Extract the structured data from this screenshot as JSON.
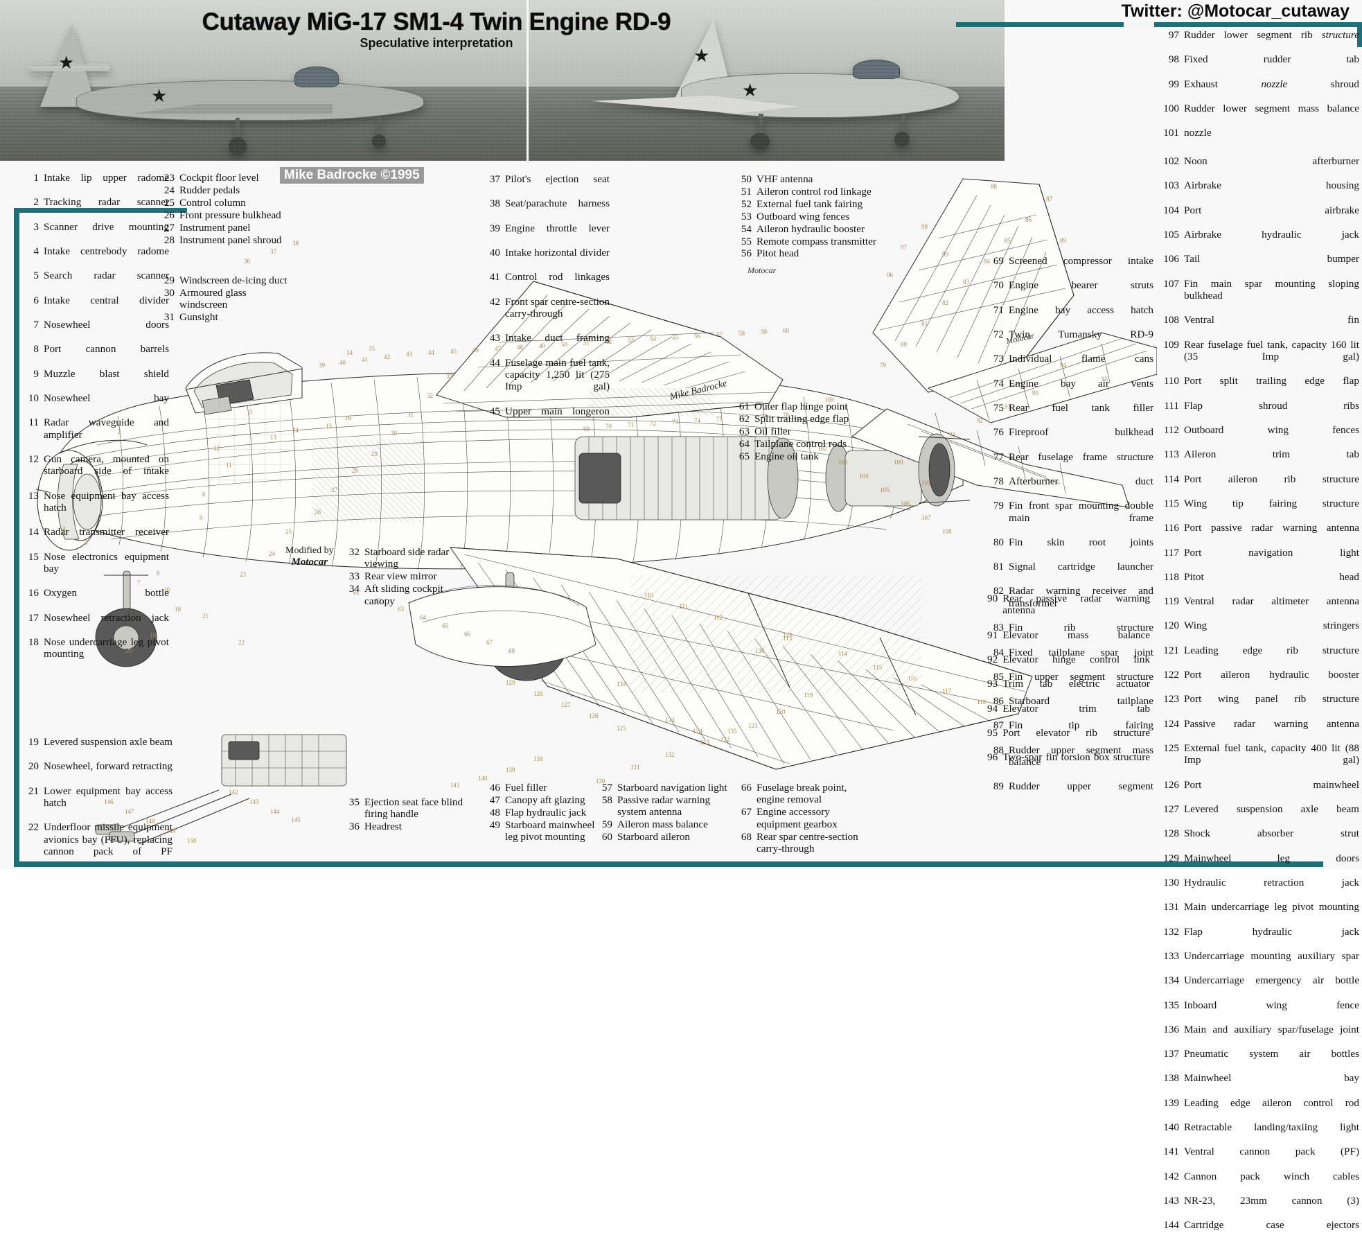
{
  "header": {
    "title": "Cutaway MiG-17 SM1-4 Twin Engine RD-9",
    "subtitle": "Speculative interpretation",
    "twitter": "Twitter: @Motocar_cutaway"
  },
  "credits": {
    "artist": "Mike Badrocke ©1995",
    "modified_line1": "Modified by",
    "modified_line2": "Motocar",
    "signature_badrocke": "Mike Badrocke",
    "signature_motocar": "Motocar",
    "signature_motocar2": "Motocar"
  },
  "colors": {
    "accent_teal": "#1d7176",
    "callout": "#b08a4a",
    "text": "#111111"
  },
  "legend": {
    "col1": [
      {
        "n": "1",
        "t": "Intake lip upper radome"
      },
      {
        "n": "2",
        "t": "Tracking radar scanner"
      },
      {
        "n": "3",
        "t": "Scanner drive mounting"
      },
      {
        "n": "4",
        "t": "Intake centrebody radome"
      },
      {
        "n": "5",
        "t": "Search radar scanner"
      },
      {
        "n": "6",
        "t": "Intake central divider"
      },
      {
        "n": "7",
        "t": "Nosewheel doors"
      },
      {
        "n": "8",
        "t": "Port cannon barrels"
      },
      {
        "n": "9",
        "t": "Muzzle blast shield"
      },
      {
        "n": "10",
        "t": "Nosewheel bay"
      },
      {
        "n": "11",
        "t": "Radar waveguide and amplifier"
      },
      {
        "n": "12",
        "t": "Gun camera, mounted on starboard side of intake"
      },
      {
        "n": "13",
        "t": "Nose equipment bay access hatch"
      },
      {
        "n": "14",
        "t": "Radar transmitter receiver"
      },
      {
        "n": "15",
        "t": "Nose electronics equipment bay"
      },
      {
        "n": "16",
        "t": "Oxygen bottle"
      },
      {
        "n": "17",
        "t": "Nosewheel retraction jack"
      },
      {
        "n": "18",
        "t": "Nose undercarriage leg pivot mounting"
      }
    ],
    "col2": [
      {
        "n": "23",
        "t": "Cockpit floor level"
      },
      {
        "n": "24",
        "t": "Rudder pedals"
      },
      {
        "n": "25",
        "t": "Control column"
      },
      {
        "n": "26",
        "t": "Front pressure bulkhead"
      },
      {
        "n": "27",
        "t": "Instrument panel"
      },
      {
        "n": "28",
        "t": "Instrument panel shroud"
      }
    ],
    "col2b": [
      {
        "n": "29",
        "t": "Windscreen de-icing duct"
      },
      {
        "n": "30",
        "t": "Armoured glass windscreen"
      },
      {
        "n": "31",
        "t": "Gunsight"
      }
    ],
    "col3": [
      {
        "n": "37",
        "t": "Pilot's ejection seat"
      },
      {
        "n": "38",
        "t": "Seat/parachute harness"
      },
      {
        "n": "39",
        "t": "Engine throttle lever"
      },
      {
        "n": "40",
        "t": "Intake horizontal divider"
      },
      {
        "n": "41",
        "t": "Control rod linkages"
      },
      {
        "n": "42",
        "t": "Front spar centre-section carry-through"
      },
      {
        "n": "43",
        "t": "Intake duct framing"
      },
      {
        "n": "44",
        "t": "Fuselage main fuel tank, capacity 1,250 lit (275 Imp gal)"
      },
      {
        "n": "45",
        "t": "Upper main longeron"
      }
    ],
    "col5": [
      {
        "n": "50",
        "t": "VHF antenna"
      },
      {
        "n": "51",
        "t": "Aileron control rod linkage"
      },
      {
        "n": "52",
        "t": "External fuel tank fairing"
      },
      {
        "n": "53",
        "t": "Outboard wing fences"
      },
      {
        "n": "54",
        "t": "Aileron hydraulic booster"
      },
      {
        "n": "55",
        "t": "Remote compass transmitter"
      },
      {
        "n": "56",
        "t": "Pitot head"
      }
    ],
    "col6": [
      {
        "n": "61",
        "t": "Outer flap hinge point"
      },
      {
        "n": "62",
        "t": "Split trailing edge flap"
      },
      {
        "n": "63",
        "t": "Oil filler"
      },
      {
        "n": "64",
        "t": "Tailplane control rods"
      },
      {
        "n": "65",
        "t": "Engine oil tank"
      }
    ],
    "col7": [
      {
        "n": "69",
        "t": "Screened compressor intake"
      },
      {
        "n": "70",
        "t": "Engine bearer struts"
      },
      {
        "n": "71",
        "t": "Engine bay access hatch"
      },
      {
        "n": "72",
        "t": "Twin Tumansky RD-9"
      },
      {
        "n": "73",
        "t": "Individual flame cans"
      },
      {
        "n": "74",
        "t": "Engine bay air vents"
      },
      {
        "n": "75",
        "t": "Rear fuel tank filler"
      },
      {
        "n": "76",
        "t": "Fireproof bulkhead"
      },
      {
        "n": "77",
        "t": "Rear fuselage frame structure"
      },
      {
        "n": "78",
        "t": "Afterburner duct"
      },
      {
        "n": "79",
        "t": "Fin front spar mounting double main frame"
      },
      {
        "n": "80",
        "t": "Fin skin root joints"
      },
      {
        "n": "81",
        "t": "Signal cartridge launcher"
      },
      {
        "n": "82",
        "t": "Radar warning receiver and transformer"
      },
      {
        "n": "83",
        "t": "Fin rib structure"
      },
      {
        "n": "84",
        "t": "Fixed tailplane spar joint"
      },
      {
        "n": "85",
        "t": "Fin upper segment structure"
      },
      {
        "n": "86",
        "t": "Starboard tailplane"
      },
      {
        "n": "87",
        "t": "Fin tip fairing"
      },
      {
        "n": "88",
        "t": "Rudder upper segment mass balance"
      },
      {
        "n": "89",
        "t": "Rudder upper segment"
      }
    ],
    "col8_top": [
      {
        "n": "97",
        "t": "Rudder lower segment rib ",
        "it": "structure"
      },
      {
        "n": "98",
        "t": "Fixed rudder tab"
      },
      {
        "n": "99",
        "t": "Exhaust ",
        "it": "nozzle",
        "t2": " shroud"
      },
      {
        "n": "100",
        "t": "Rudder lower segment mass balance"
      },
      {
        "n": "101",
        "t": "nozzle"
      }
    ],
    "col8": [
      {
        "n": "102",
        "t": "Noon afterburner"
      },
      {
        "n": "103",
        "t": "Airbrake housing"
      },
      {
        "n": "104",
        "t": "Port airbrake"
      },
      {
        "n": "105",
        "t": "Airbrake hydraulic jack"
      },
      {
        "n": "106",
        "t": "Tail bumper"
      },
      {
        "n": "107",
        "t": "Fin main spar mounting sloping bulkhead"
      },
      {
        "n": "108",
        "t": "Ventral fin"
      },
      {
        "n": "109",
        "t": "Rear fuselage fuel tank, capacity 160 lit (35 Imp gal)"
      },
      {
        "n": "110",
        "t": "Port split trailing edge flap"
      },
      {
        "n": "111",
        "t": "Flap shroud ribs"
      },
      {
        "n": "112",
        "t": "Outboard wing fences"
      },
      {
        "n": "113",
        "t": "Aileron trim tab"
      },
      {
        "n": "114",
        "t": "Port aileron rib structure"
      },
      {
        "n": "115",
        "t": "Wing tip fairing structure"
      },
      {
        "n": "116",
        "t": "Port passive radar warning antenna"
      },
      {
        "n": "117",
        "t": "Port navigation light"
      },
      {
        "n": "118",
        "t": "Pitot head"
      },
      {
        "n": "119",
        "t": "Ventral radar altimeter antenna"
      },
      {
        "n": "120",
        "t": "Wing stringers"
      },
      {
        "n": "121",
        "t": "Leading edge rib structure"
      },
      {
        "n": "122",
        "t": "Port aileron hydraulic booster"
      },
      {
        "n": "123",
        "t": "Port wing panel rib structure"
      },
      {
        "n": "124",
        "t": "Passive radar warning antenna"
      },
      {
        "n": "125",
        "t": "External fuel tank, capacity 400 lit (88 Imp gal)"
      },
      {
        "n": "126",
        "t": "Port mainwheel"
      },
      {
        "n": "127",
        "t": "Levered suspension axle beam"
      },
      {
        "n": "128",
        "t": "Shock absorber strut"
      },
      {
        "n": "129",
        "t": "Mainwheel leg doors"
      },
      {
        "n": "130",
        "t": "Hydraulic retraction jack"
      },
      {
        "n": "131",
        "t": "Main undercarriage leg pivot mounting"
      },
      {
        "n": "132",
        "t": "Flap hydraulic jack"
      },
      {
        "n": "133",
        "t": "Undercarriage mounting auxiliary spar"
      },
      {
        "n": "134",
        "t": "Undercarriage emergency air bottle"
      },
      {
        "n": "135",
        "t": "Inboard wing fence"
      },
      {
        "n": "136",
        "t": "Main and auxiliary spar/fuselage joint"
      },
      {
        "n": "137",
        "t": "Pneumatic system air bottles"
      },
      {
        "n": "138",
        "t": "Mainwheel bay"
      },
      {
        "n": "139",
        "t": "Leading edge aileron control rod"
      },
      {
        "n": "140",
        "t": "Retractable landing/taxiing light"
      },
      {
        "n": "141",
        "t": "Ventral cannon pack (PF)"
      },
      {
        "n": "142",
        "t": "Cannon pack winch cables"
      },
      {
        "n": "143",
        "t": "NR-23, 23mm cannon (3)"
      },
      {
        "n": "144",
        "t": "Cartridge case ejectors"
      }
    ],
    "bottom_left": [
      {
        "n": "19",
        "t": "Levered suspension axle beam"
      },
      {
        "n": "20",
        "t": "Nosewheel, forward retracting"
      },
      {
        "n": "21",
        "t": "Lower equipment bay access hatch"
      },
      {
        "n": "22",
        "t": "Underfloor missile equipment avionics bay (PFU), replacing cannon pack of PF"
      }
    ],
    "bottom_mid1": [
      {
        "n": "32",
        "t": "Starboard side radar viewing"
      },
      {
        "n": "33",
        "t": "Rear view mirror"
      },
      {
        "n": "34",
        "t": "Aft sliding cockpit canopy"
      }
    ],
    "bottom_mid2": [
      {
        "n": "35",
        "t": "Ejection seat face blind firing handle"
      },
      {
        "n": "36",
        "t": "Headrest"
      }
    ],
    "bottom_mid3": [
      {
        "n": "46",
        "t": "Fuel filler"
      },
      {
        "n": "47",
        "t": "Canopy aft glazing"
      },
      {
        "n": "48",
        "t": "Flap hydraulic jack"
      },
      {
        "n": "49",
        "t": "Starboard mainwheel leg pivot mounting"
      }
    ],
    "bottom_mid4": [
      {
        "n": "57",
        "t": "Starboard navigation light"
      },
      {
        "n": "58",
        "t": "Passive radar warning system antenna"
      },
      {
        "n": "59",
        "t": "Aileron mass balance"
      },
      {
        "n": "60",
        "t": "Starboard aileron"
      }
    ],
    "bottom_mid5": [
      {
        "n": "66",
        "t": "Fuselage break point, engine removal"
      },
      {
        "n": "67",
        "t": "Engine accessory equipment gearbox"
      },
      {
        "n": "68",
        "t": "Rear spar centre-section carry-through"
      }
    ],
    "bottom_mid6": [
      {
        "n": "90",
        "t": "Rear passive radar warning antenna"
      },
      {
        "n": "91",
        "t": "Elevator mass balance"
      },
      {
        "n": "92",
        "t": "Elevator hinge control link"
      },
      {
        "n": "93",
        "t": "Trim tab electric actuator"
      },
      {
        "n": "94",
        "t": "Elevator trim tab"
      },
      {
        "n": "95",
        "t": "Port elevator rib structure"
      },
      {
        "n": "96",
        "t": "Two-spar fin torsion box structure"
      }
    ]
  },
  "callouts": [
    "1",
    "2",
    "3",
    "4",
    "5",
    "6",
    "7",
    "8",
    "9",
    "10",
    "11",
    "12",
    "13",
    "14",
    "15",
    "16",
    "17",
    "18",
    "19",
    "20",
    "21",
    "22",
    "23",
    "24",
    "25",
    "26",
    "27",
    "28",
    "29",
    "30",
    "31",
    "32",
    "33",
    "34",
    "35",
    "36",
    "37",
    "38",
    "39",
    "40",
    "41",
    "42",
    "43",
    "44",
    "45",
    "46",
    "47",
    "48",
    "49",
    "50",
    "51",
    "52",
    "53",
    "54",
    "55",
    "56",
    "57",
    "58",
    "59",
    "60",
    "61",
    "62",
    "63",
    "64",
    "65",
    "66",
    "67",
    "68",
    "69",
    "70",
    "71",
    "72",
    "73",
    "74",
    "75",
    "76",
    "77",
    "78",
    "79",
    "80",
    "81",
    "82",
    "83",
    "84",
    "85",
    "86",
    "87",
    "88",
    "89",
    "90",
    "91",
    "92",
    "93",
    "94",
    "95",
    "96",
    "97",
    "98",
    "99",
    "100",
    "101",
    "102",
    "103",
    "104",
    "105",
    "106",
    "107",
    "108",
    "109",
    "110",
    "111",
    "112",
    "113",
    "114",
    "115",
    "116",
    "117",
    "118",
    "119",
    "120",
    "121",
    "122",
    "123",
    "124",
    "125",
    "126",
    "127",
    "128",
    "129",
    "130",
    "131",
    "132",
    "133",
    "134",
    "135",
    "136",
    "137",
    "138",
    "139",
    "140",
    "141",
    "142",
    "143",
    "144",
    "145",
    "146",
    "147",
    "148",
    "149",
    "150"
  ]
}
